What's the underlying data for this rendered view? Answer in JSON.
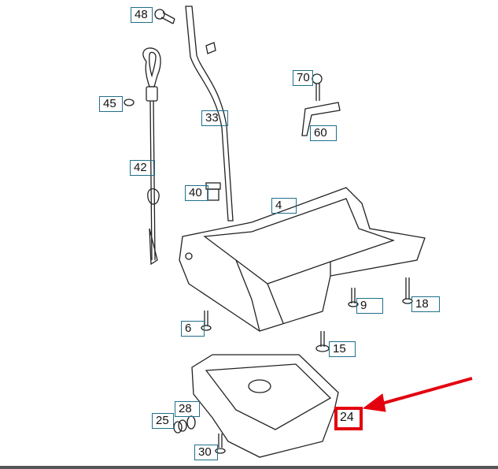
{
  "diagram": {
    "title": "Oil pan assembly parts diagram",
    "highlight_color": "#e3000f",
    "label_color": "#1f6f8b",
    "highlighted_part": "24",
    "labels": [
      "48",
      "45",
      "33",
      "70",
      "60",
      "42",
      "40",
      "4",
      "9",
      "18",
      "6",
      "15",
      "24",
      "25",
      "28",
      "30"
    ]
  }
}
